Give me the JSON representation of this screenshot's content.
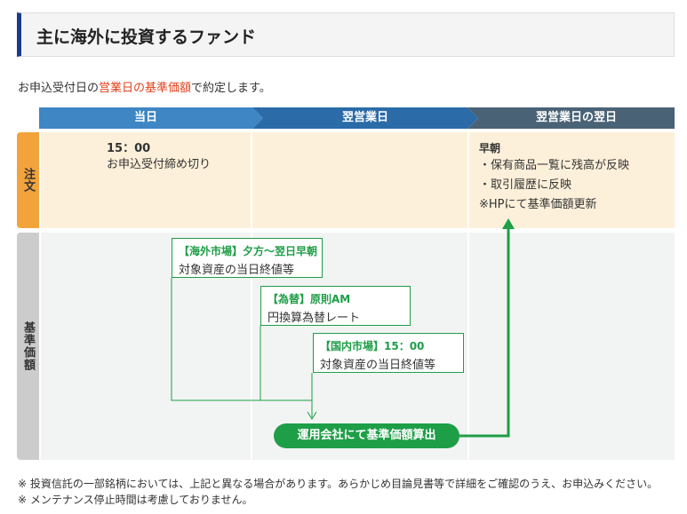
{
  "title": "主に海外に投資するファンド",
  "intro": {
    "before": "お申込受付日の",
    "highlight": "営業日の基準価額",
    "after": "で約定します。"
  },
  "phases": [
    "当日",
    "翌営業日",
    "翌営業日の翌日"
  ],
  "row_labels": {
    "order": "注文",
    "price": "基準価額"
  },
  "order_row": {
    "today_time": "15：00",
    "today_text": "お申込受付締め切り",
    "day3_head": "早朝",
    "day3_lines": [
      "・保有商品一覧に残高が反映",
      "・取引履歴に反映",
      "※HPにて基準価額更新"
    ]
  },
  "boxes": [
    {
      "head": "【海外市場】夕方～翌日早朝",
      "body": "対象資産の当日終値等"
    },
    {
      "head": "【為替】原則AM",
      "body": "円換算為替レート"
    },
    {
      "head": "【国内市場】15：00",
      "body": "対象資産の当日終値等"
    }
  ],
  "calc_label": "運用会社にて基準価額算出",
  "notes": [
    "※ 投資信託の一部銘柄においては、上記と異なる場合があります。あらかじめ目論見書等で詳細をご確認のうえ、お申込みください。",
    "※ メンテナンス停止時間は考慮しておりません。"
  ],
  "colors": {
    "title_bar": "#1a3c8c",
    "phase_1": "#3e86c4",
    "phase_2": "#2a6ba8",
    "phase_3": "#4a6276",
    "order_tab": "#f3a33c",
    "order_bg": "#fdf0da",
    "price_tab": "#cccccc",
    "price_bg": "#f2f4f3",
    "accent_green": "#1e9e47",
    "highlight_text": "#e2411c"
  }
}
